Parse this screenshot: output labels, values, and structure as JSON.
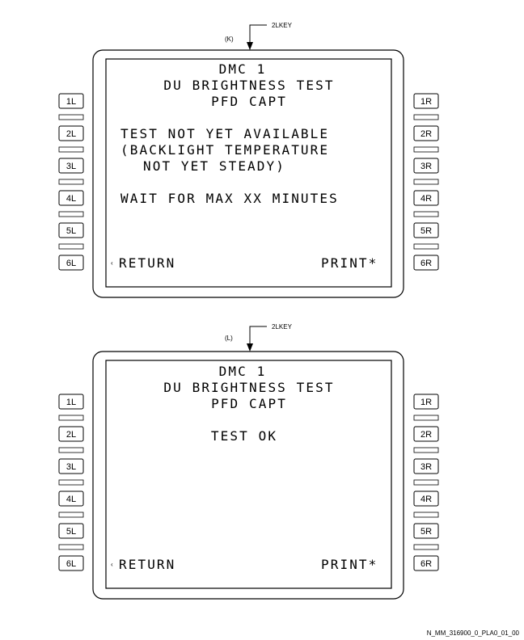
{
  "panels": [
    {
      "callout": "(K)",
      "key_ref": "2LKEY",
      "lines": [
        "DMC 1",
        "DU BRIGHTNESS TEST",
        "PFD CAPT",
        "TEST NOT YET AVAILABLE",
        "(BACKLIGHT TEMPERATURE",
        "NOT YET STEADY)",
        "WAIT FOR MAX XX MINUTES"
      ],
      "left_prompt_marker": "‹",
      "left_prompt": "RETURN",
      "right_prompt": "PRINT*"
    },
    {
      "callout": "(L)",
      "key_ref": "2LKEY",
      "lines": [
        "DMC 1",
        "DU BRIGHTNESS TEST",
        "PFD CAPT",
        "TEST OK"
      ],
      "left_prompt_marker": "‹",
      "left_prompt": "RETURN",
      "right_prompt": "PRINT*"
    }
  ],
  "left_keys": [
    "1L",
    "2L",
    "3L",
    "4L",
    "5L",
    "6L"
  ],
  "right_keys": [
    "1R",
    "2R",
    "3R",
    "4R",
    "5R",
    "6R"
  ],
  "figure_ref": "N_MM_316900_0_PLA0_01_00"
}
